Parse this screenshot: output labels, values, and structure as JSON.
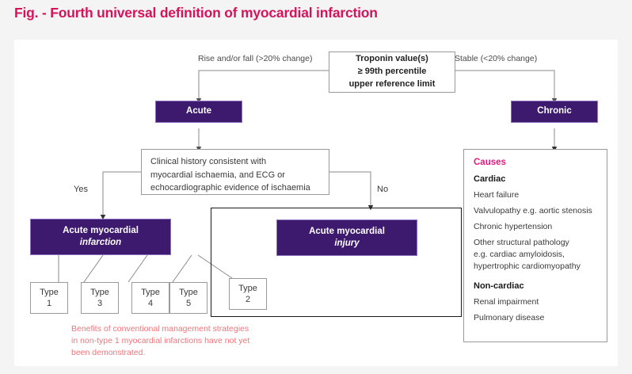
{
  "figure": {
    "title": "Fig. - Fourth universal definition of myocardial infarction"
  },
  "colors": {
    "title_pink": "#d4145a",
    "node_purple": "#3d1a6d",
    "causes_pink": "#e8197d",
    "footnote_red": "#f4737a",
    "border_gray": "#9a9a9a",
    "group_black": "#1a1a1a"
  },
  "nodes": {
    "troponin": {
      "line1": "Troponin value(s)",
      "line2": "≥ 99th percentile",
      "line3": "upper reference limit"
    },
    "acute": {
      "label": "Acute"
    },
    "chronic": {
      "label": "Chronic"
    },
    "clinical_history": {
      "line1": "Clinical history consistent with",
      "line2": "myocardial ischaemia, and ECG or",
      "line3": "echocardiographic evidence of ischaemia"
    },
    "infarction": {
      "line1": "Acute myocardial",
      "line2": "infarction"
    },
    "injury": {
      "line1": "Acute myocardial",
      "line2": "injury"
    }
  },
  "edge_labels": {
    "rise_fall": "Rise and/or fall (>20% change)",
    "stable": "Stable (<20% change)",
    "yes": "Yes",
    "no": "No"
  },
  "types": [
    {
      "word": "Type",
      "number": "1"
    },
    {
      "word": "Type",
      "number": "3"
    },
    {
      "word": "Type",
      "number": "4"
    },
    {
      "word": "Type",
      "number": "5"
    },
    {
      "word": "Type",
      "number": "2"
    }
  ],
  "causes": {
    "title": "Causes",
    "cardiac_heading": "Cardiac",
    "cardiac_items": [
      "Heart failure",
      "Valvulopathy e.g. aortic stenosis",
      "Chronic hypertension"
    ],
    "cardiac_multiline": [
      "Other structural pathology",
      "e.g. cardiac amyloidosis,",
      "hypertrophic cardiomyopathy"
    ],
    "noncardiac_heading": "Non-cardiac",
    "noncardiac_items": [
      "Renal impairment",
      "Pulmonary disease"
    ]
  },
  "footnote": {
    "line1": "Benefits of conventional management strategies",
    "line2": "in non-type 1 myocardial infarctions have not yet",
    "line3": "been demonstrated."
  }
}
